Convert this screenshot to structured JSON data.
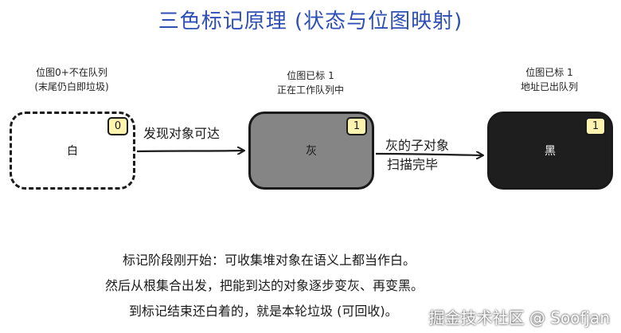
{
  "title": "三色标记原理 (状态与位图映射)",
  "nodes": [
    {
      "caption_line1": "位图0+不在队列",
      "caption_line2": "(末尾仍白即垃圾)",
      "label": "白",
      "bit": "0"
    },
    {
      "caption_line1": "位图已标 1",
      "caption_line2": "正在工作队列中",
      "label": "灰",
      "bit": "1"
    },
    {
      "caption_line1": "位图已标 1",
      "caption_line2": "地址已出队列",
      "label": "黑",
      "bit": "1"
    }
  ],
  "edges": [
    {
      "line1": "发现对象可达"
    },
    {
      "line1": "灰的子对象",
      "line2": "扫描完毕"
    }
  ],
  "notes": [
    "标记阶段刚开始：可收集堆对象在语义上都当作白。",
    "然后从根集合出发，把能到达的对象逐步变灰、再变黑。",
    "到标记结束还白着的，就是本轮垃圾 (可回收)。"
  ],
  "watermark": "掘金技术社区 @ Soofjan",
  "colors": {
    "title": "#2f4fb5",
    "grey_box": "#858585",
    "black_box": "#1e1e1e",
    "badge": "#fff3b0"
  }
}
